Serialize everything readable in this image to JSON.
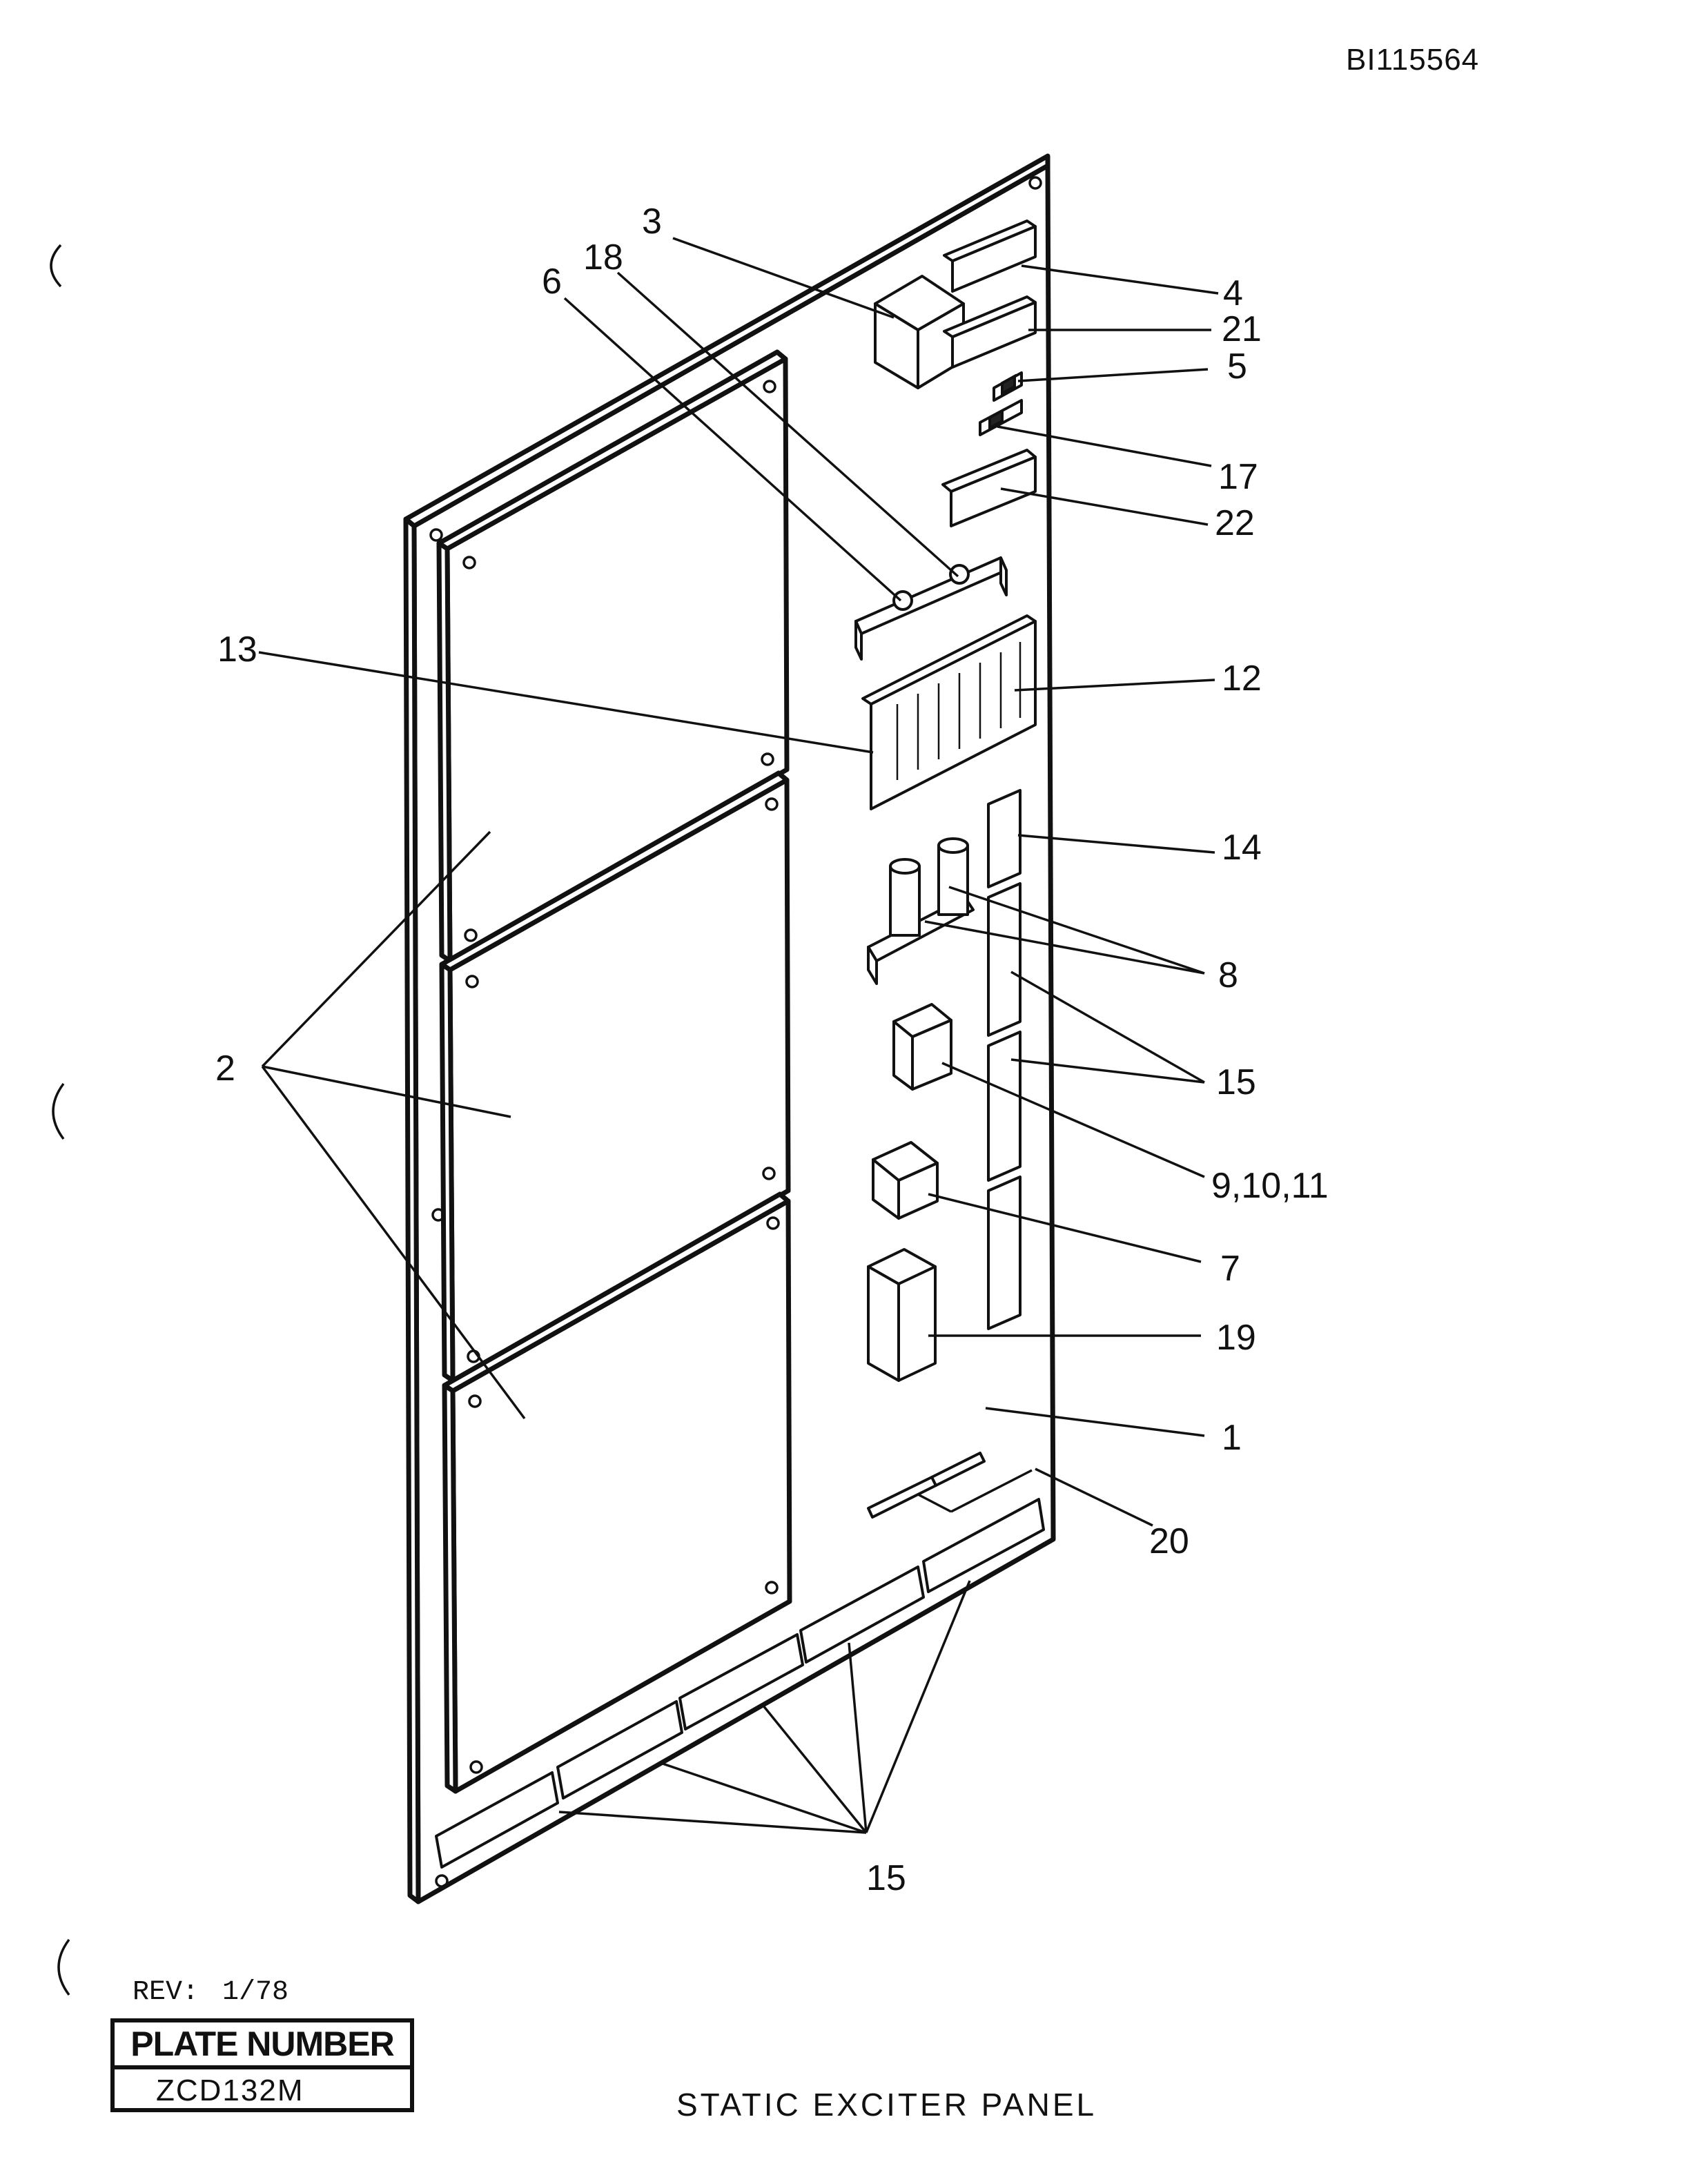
{
  "document_id": "BI115564",
  "rev_label": "REV:",
  "rev_value": "1/78",
  "plate_header": "PLATE NUMBER",
  "plate_number": "ZCD132M",
  "caption": "STATIC EXCITER PANEL",
  "callouts": [
    "3",
    "18",
    "6",
    "4",
    "21",
    "5",
    "17",
    "22",
    "13",
    "12",
    "14",
    "8",
    "15",
    "9,10,11",
    "7",
    "19",
    "2",
    "1",
    "20",
    "15"
  ]
}
